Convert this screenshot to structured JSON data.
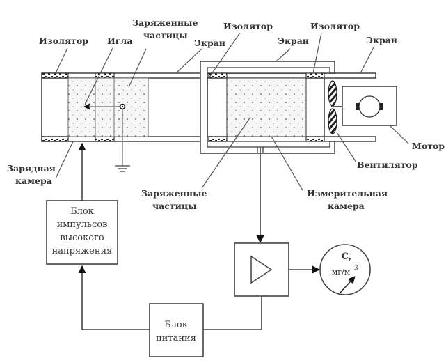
{
  "diagram": {
    "labels": {
      "insulator_left": "Изолятор",
      "needle": "Игла",
      "charged_particles_top_1": "Заряженные",
      "charged_particles_top_2": "частицы",
      "screen_1": "Экран",
      "insulator_mid": "Изолятор",
      "screen_2": "Экран",
      "insulator_right": "Изолятор",
      "screen_3": "Экран",
      "motor": "Мотор",
      "fan": "Вентилятор",
      "charging_chamber_1": "Зарядная",
      "charging_chamber_2": "камера",
      "charged_particles_bottom_1": "Заряженные",
      "charged_particles_bottom_2": "частицы",
      "measuring_chamber_1": "Измерительная",
      "measuring_chamber_2": "камера"
    },
    "blocks": {
      "pulse_block": [
        "Блок",
        "импульсов",
        "высокого",
        "напряжения"
      ],
      "power_block": [
        "Блок",
        "питания"
      ],
      "meter_line1": "C,",
      "meter_line2": "мг/м",
      "meter_sup": "3"
    },
    "colors": {
      "stroke": "#444444",
      "dots": "#555555",
      "chamber_fill": "#f4f4f4"
    }
  }
}
